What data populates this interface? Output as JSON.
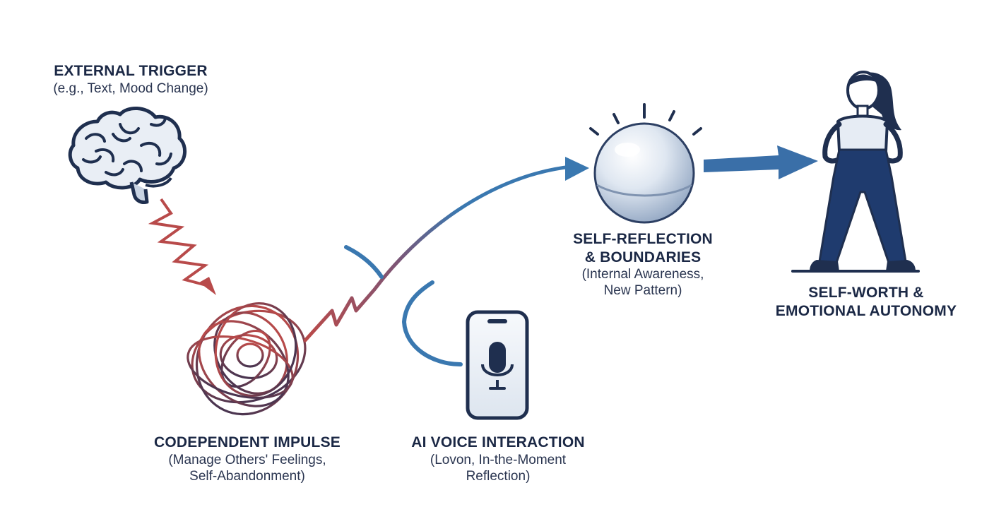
{
  "colors": {
    "navy": "#1f3b6e",
    "blue": "#3a78b0",
    "red": "#b84a4a",
    "maroon": "#7a3b52",
    "text": "#1b2845"
  },
  "nodes": [
    {
      "id": "external-trigger",
      "icon": "brain-icon",
      "title": "EXTERNAL TRIGGER",
      "subtitle": "(e.g., Text, Mood Change)"
    },
    {
      "id": "codependent-impulse",
      "icon": "tangle-icon",
      "title": "CODEPENDENT IMPULSE",
      "subtitle": "(Manage Others' Feelings,\nSelf-Abandonment)"
    },
    {
      "id": "ai-voice-interaction",
      "icon": "phone-microphone-icon",
      "title": "AI VOICE INTERACTION",
      "subtitle": "(Lovon, In-the-Moment\nReflection)"
    },
    {
      "id": "self-reflection",
      "icon": "glowing-sphere-icon",
      "title": "SELF-REFLECTION\n& BOUNDARIES",
      "subtitle": "(Internal Awareness,\nNew Pattern)"
    },
    {
      "id": "self-worth",
      "icon": "standing-woman-icon",
      "title": "SELF-WORTH &\nEMOTIONAL AUTONOMY",
      "subtitle": ""
    }
  ]
}
